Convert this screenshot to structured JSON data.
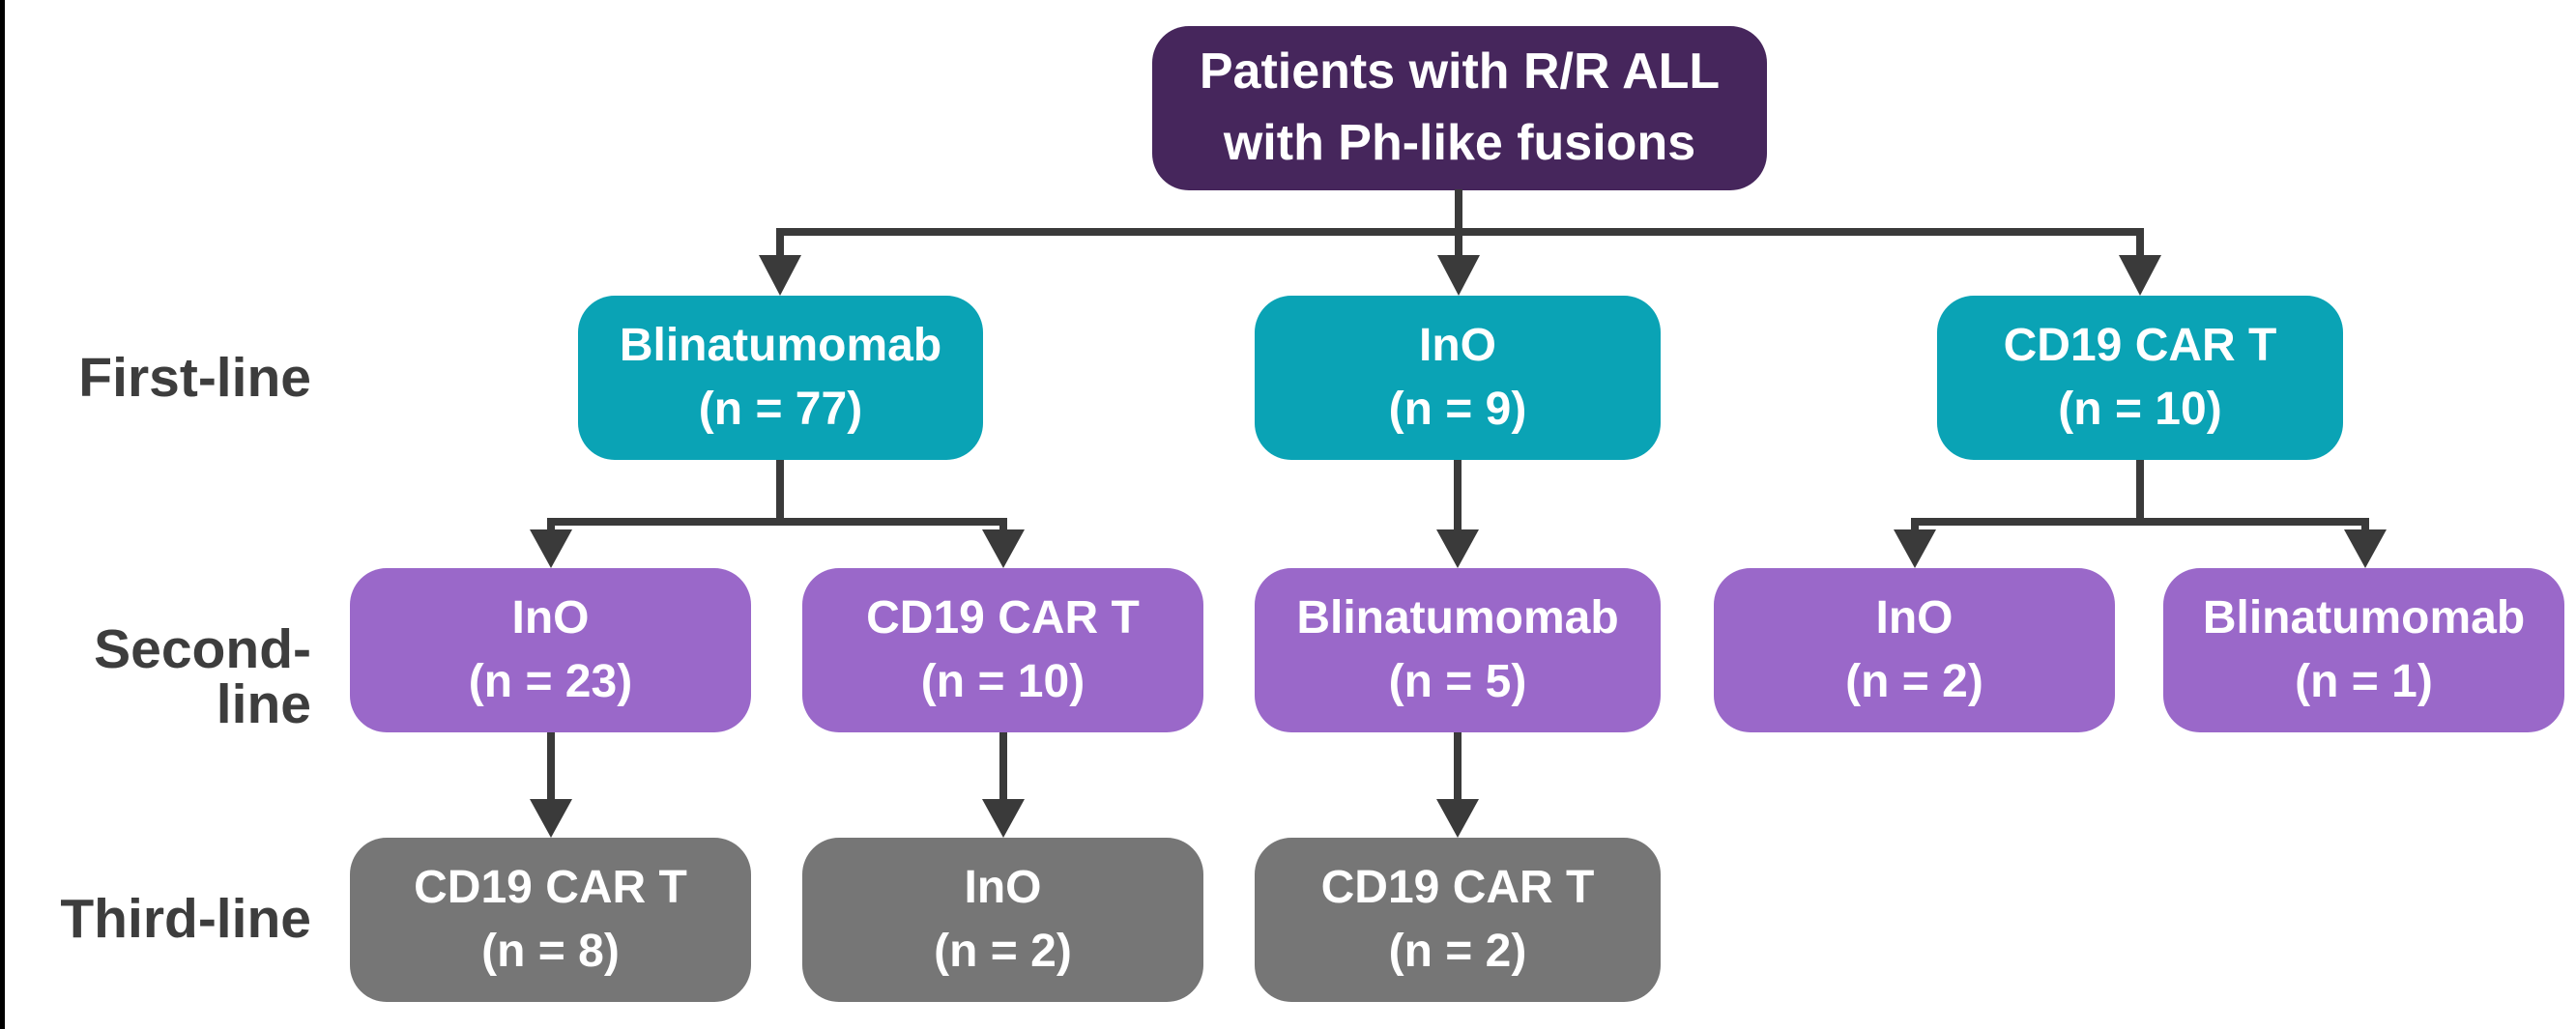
{
  "figure": {
    "description": "Treatment flow diagram"
  },
  "colors": {
    "root_bg": "#46265C",
    "first_bg": "#0AA3B5",
    "second_bg": "#9A68C9",
    "third_bg": "#767676",
    "connector": "#3A3A3A",
    "label_text": "#3D3D3D",
    "box_text": "#FFFFFF",
    "page_bg": "#FFFFFF",
    "edge_bar": "#000000"
  },
  "rows": [
    {
      "label": "First-line"
    },
    {
      "label": "Second-line"
    },
    {
      "label": "Third-line"
    }
  ],
  "flow": {
    "root": {
      "line1": "Patients with R/R ALL",
      "line2": "with Ph-like fusions"
    },
    "first_line": [
      {
        "name": "Blinatumomab",
        "n": "(n = 77)"
      },
      {
        "name": "InO",
        "n": "(n = 9)"
      },
      {
        "name": "CD19 CAR T",
        "n": "(n = 10)"
      }
    ],
    "second_line": [
      {
        "name": "InO",
        "n": "(n = 23)"
      },
      {
        "name": "CD19 CAR T",
        "n": "(n = 10)"
      },
      {
        "name": "Blinatumomab",
        "n": "(n = 5)"
      },
      {
        "name": "InO",
        "n": "(n = 2)"
      },
      {
        "name": "Blinatumomab",
        "n": "(n = 1)"
      }
    ],
    "third_line": [
      {
        "name": "CD19 CAR T",
        "n": "(n = 8)"
      },
      {
        "name": "InO",
        "n": "(n = 2)"
      },
      {
        "name": "CD19 CAR T",
        "n": "(n = 2)"
      }
    ]
  }
}
